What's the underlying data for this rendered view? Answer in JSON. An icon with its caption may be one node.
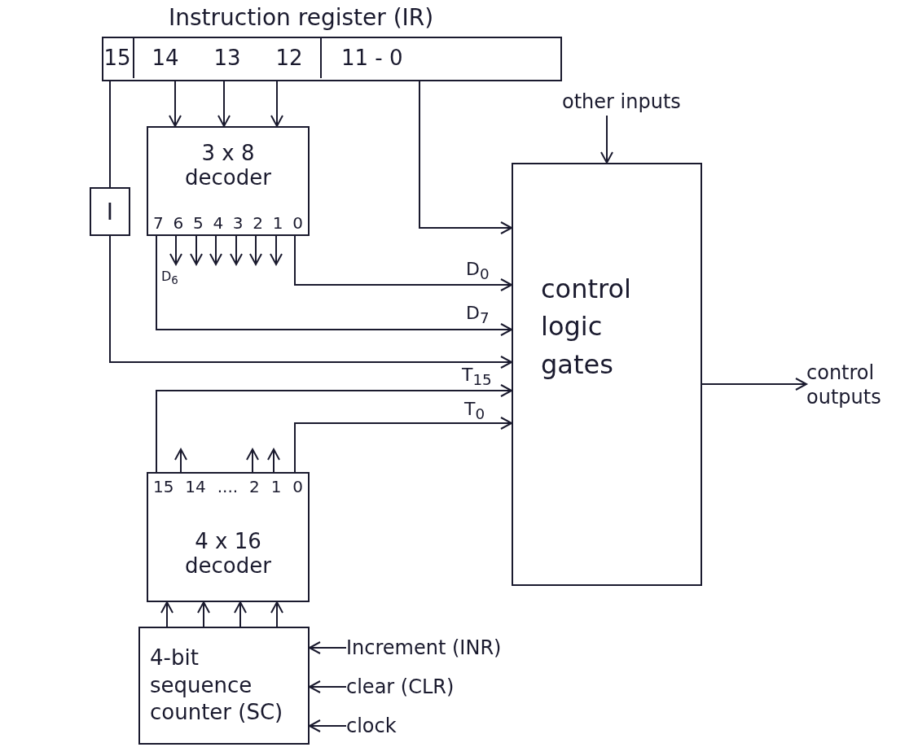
{
  "diagram": {
    "nodes": [
      {
        "text": [
          "Instruction register (IR)"
        ]
      },
      {
        "text": [
          "15"
        ],
        "in": 0
      },
      {
        "text": [
          "14",
          "13",
          "12"
        ],
        "in": 0
      },
      {
        "text": [
          "11 - 0"
        ],
        "in": 0
      },
      {
        "text": [
          "I"
        ]
      },
      {
        "text": [
          "3 x 8 decoder",
          "7 6 5 4 3 2 1 0"
        ]
      },
      {
        "text": [
          "control logic gates"
        ]
      },
      {
        "text": [
          "15 14 .... 2 1 0",
          "4 x 16 decoder"
        ]
      },
      {
        "text": [
          "4-bit sequence counter (SC)"
        ]
      },
      {
        "text": [
          "other inputs"
        ]
      },
      {
        "text": [
          "control outputs"
        ]
      },
      {
        "text": [
          "Increment (INR)"
        ]
      },
      {
        "text": [
          "clear (CLR)"
        ]
      },
      {
        "text": [
          "clock"
        ]
      }
    ],
    "edges": [
      {
        "from": 1,
        "to": 4,
        "arrow": "none"
      },
      {
        "from": 2,
        "to": 5,
        "arrow": "to"
      },
      {
        "from": 2,
        "to": 5,
        "arrow": "to"
      },
      {
        "from": 2,
        "to": 5,
        "arrow": "to"
      },
      {
        "from": 3,
        "to": 6,
        "arrow": "to"
      },
      {
        "from": 9,
        "to": 6,
        "arrow": "to"
      },
      {
        "from": 5,
        "to": 6,
        "arrow": "to",
        "label": "D$_{0}$"
      },
      {
        "from": 5,
        "to": 6,
        "arrow": "to",
        "label": "D$_{7}$"
      },
      {
        "from": 4,
        "to": 6,
        "arrow": "to"
      },
      {
        "from": 7,
        "to": 6,
        "arrow": "to",
        "label": "T$_{15}$"
      },
      {
        "from": 7,
        "to": 6,
        "arrow": "to",
        "label": "T$_{0}$"
      },
      {
        "from": 6,
        "to": 10,
        "arrow": "to"
      },
      {
        "from": 8,
        "to": 7,
        "arrow": "to"
      },
      {
        "from": 8,
        "to": 7,
        "arrow": "to"
      },
      {
        "from": 8,
        "to": 7,
        "arrow": "to"
      },
      {
        "from": 8,
        "to": 7,
        "arrow": "to"
      },
      {
        "from": 11,
        "to": 8,
        "arrow": "to"
      },
      {
        "from": 12,
        "to": 8,
        "arrow": "to"
      },
      {
        "from": 13,
        "to": 8,
        "arrow": "to"
      },
      {
        "from": 5,
        "to": null,
        "arrow": "to",
        "label": "D$_{6}$"
      },
      {
        "from": 5,
        "to": null,
        "arrow": "to"
      },
      {
        "from": 5,
        "to": null,
        "arrow": "to"
      },
      {
        "from": 5,
        "to": null,
        "arrow": "to"
      },
      {
        "from": 5,
        "to": null,
        "arrow": "to"
      },
      {
        "from": 5,
        "to": null,
        "arrow": "to"
      },
      {
        "from": 7,
        "to": null,
        "arrow": "to"
      },
      {
        "from": 7,
        "to": null,
        "arrow": "to"
      },
      {
        "from": 7,
        "to": null,
        "arrow": "to"
      }
    ]
  }
}
